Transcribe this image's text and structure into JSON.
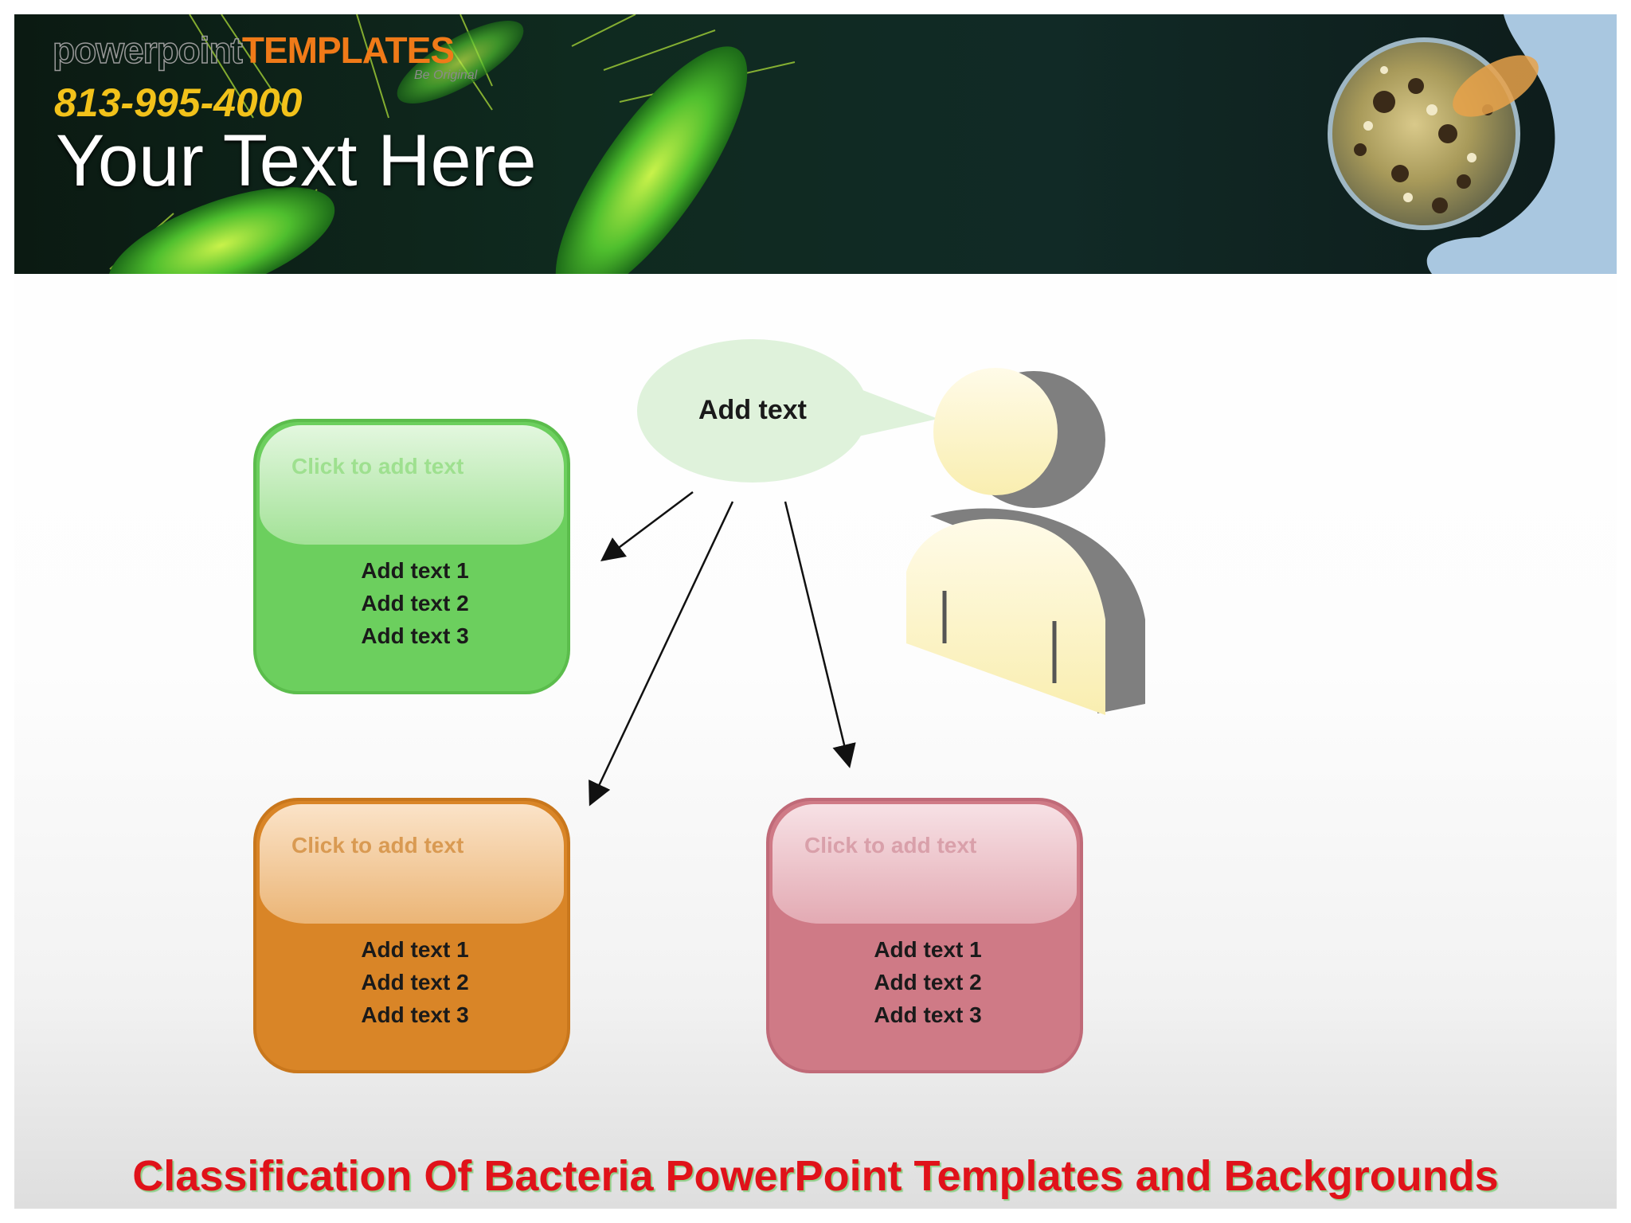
{
  "banner": {
    "logo_part1": "powerpoint",
    "logo_part2": "TEMPLATES",
    "logo_tagline": "Be Original",
    "phone": "813-995-4000",
    "headline": "Your Text Here"
  },
  "speech_bubble": {
    "text": "Add text"
  },
  "boxes": [
    {
      "title": "Click to add text",
      "items": [
        "Add text 1",
        "Add text 2",
        "Add text 3"
      ]
    },
    {
      "title": "Click to add text",
      "items": [
        "Add text 1",
        "Add text 2",
        "Add text 3"
      ]
    },
    {
      "title": "Click to add text",
      "items": [
        "Add text 1",
        "Add text 2",
        "Add text 3"
      ]
    }
  ],
  "footer": {
    "title": "Classification Of Bacteria PowerPoint Templates and Backgrounds"
  },
  "colors": {
    "green_box": "#6ccf5e",
    "orange_box": "#d98527",
    "pink_box": "#cf7a86",
    "footer_text": "#e0121a",
    "phone_text": "#f2c21a"
  },
  "icons": [
    "bacteria-image",
    "petri-dish-image",
    "person-icon"
  ]
}
